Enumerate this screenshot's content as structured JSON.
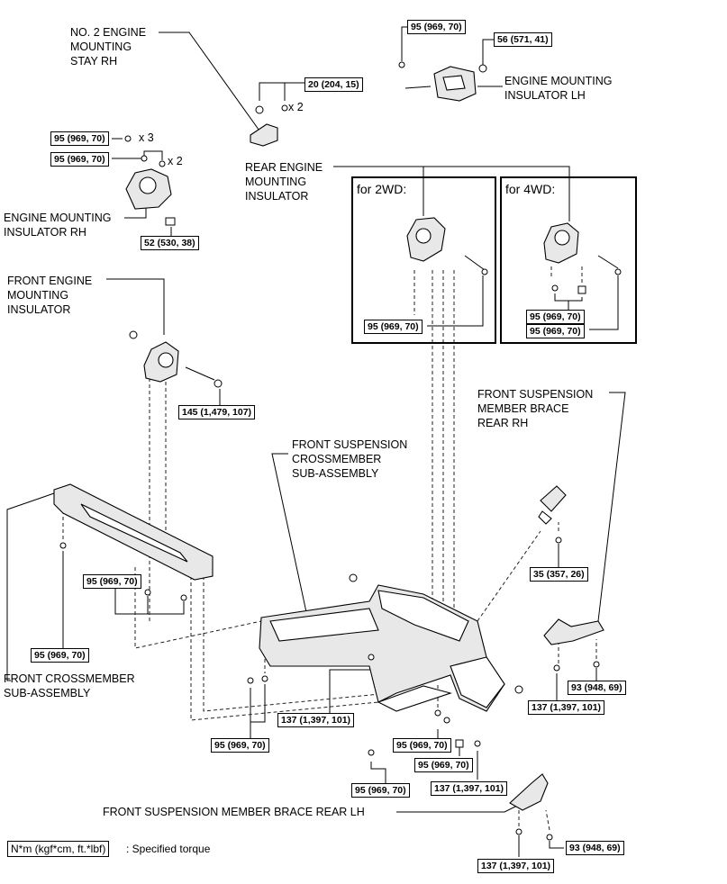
{
  "labels": {
    "no2_stay": "NO. 2 ENGINE\nMOUNTING\nSTAY RH",
    "insulator_lh": "ENGINE MOUNTING\nINSULATOR LH",
    "insulator_rh": "ENGINE MOUNTING\nINSULATOR RH",
    "rear_insulator": "REAR ENGINE\nMOUNTING\nINSULATOR",
    "front_insulator": "FRONT ENGINE\nMOUNTING\nINSULATOR",
    "brace_rear_rh": "FRONT SUSPENSION\nMEMBER BRACE\nREAR RH",
    "crossmember_sub": "FRONT SUSPENSION\nCROSSMEMBER\nSUB-ASSEMBLY",
    "front_crossmember": "FRONT CROSSMEMBER\nSUB-ASSEMBLY",
    "brace_rear_lh": "FRONT SUSPENSION MEMBER BRACE REAR LH"
  },
  "variants": {
    "two_wd": "for 2WD:",
    "four_wd": "for 4WD:"
  },
  "multipliers": {
    "x3": "x 3",
    "x2a": "x 2",
    "x2b": "x 2"
  },
  "torques": {
    "t01": "95 (969, 70)",
    "t02": "56 (571, 41)",
    "t03": "20 (204, 15)",
    "t04": "95 (969, 70)",
    "t05": "95 (969, 70)",
    "t06": "52 (530, 38)",
    "t07": "95 (969, 70)",
    "t08": "95 (969, 70)",
    "t09": "95 (969, 70)",
    "t10": "145 (1,479, 107)",
    "t11": "35 (357, 26)",
    "t12": "95 (969, 70)",
    "t13": "95 (969, 70)",
    "t14": "93 (948, 69)",
    "t15": "137 (1,397, 101)",
    "t16": "137 (1,397, 101)",
    "t17": "95 (969, 70)",
    "t18": "95 (969, 70)",
    "t19": "95 (969, 70)",
    "t20": "95 (969, 70)",
    "t21": "137 (1,397, 101)",
    "t22": "93 (948, 69)",
    "t23": "137 (1,397, 101)"
  },
  "legend": {
    "unit": "N*m (kgf*cm, ft.*lbf)",
    "description": ": Specified torque"
  }
}
